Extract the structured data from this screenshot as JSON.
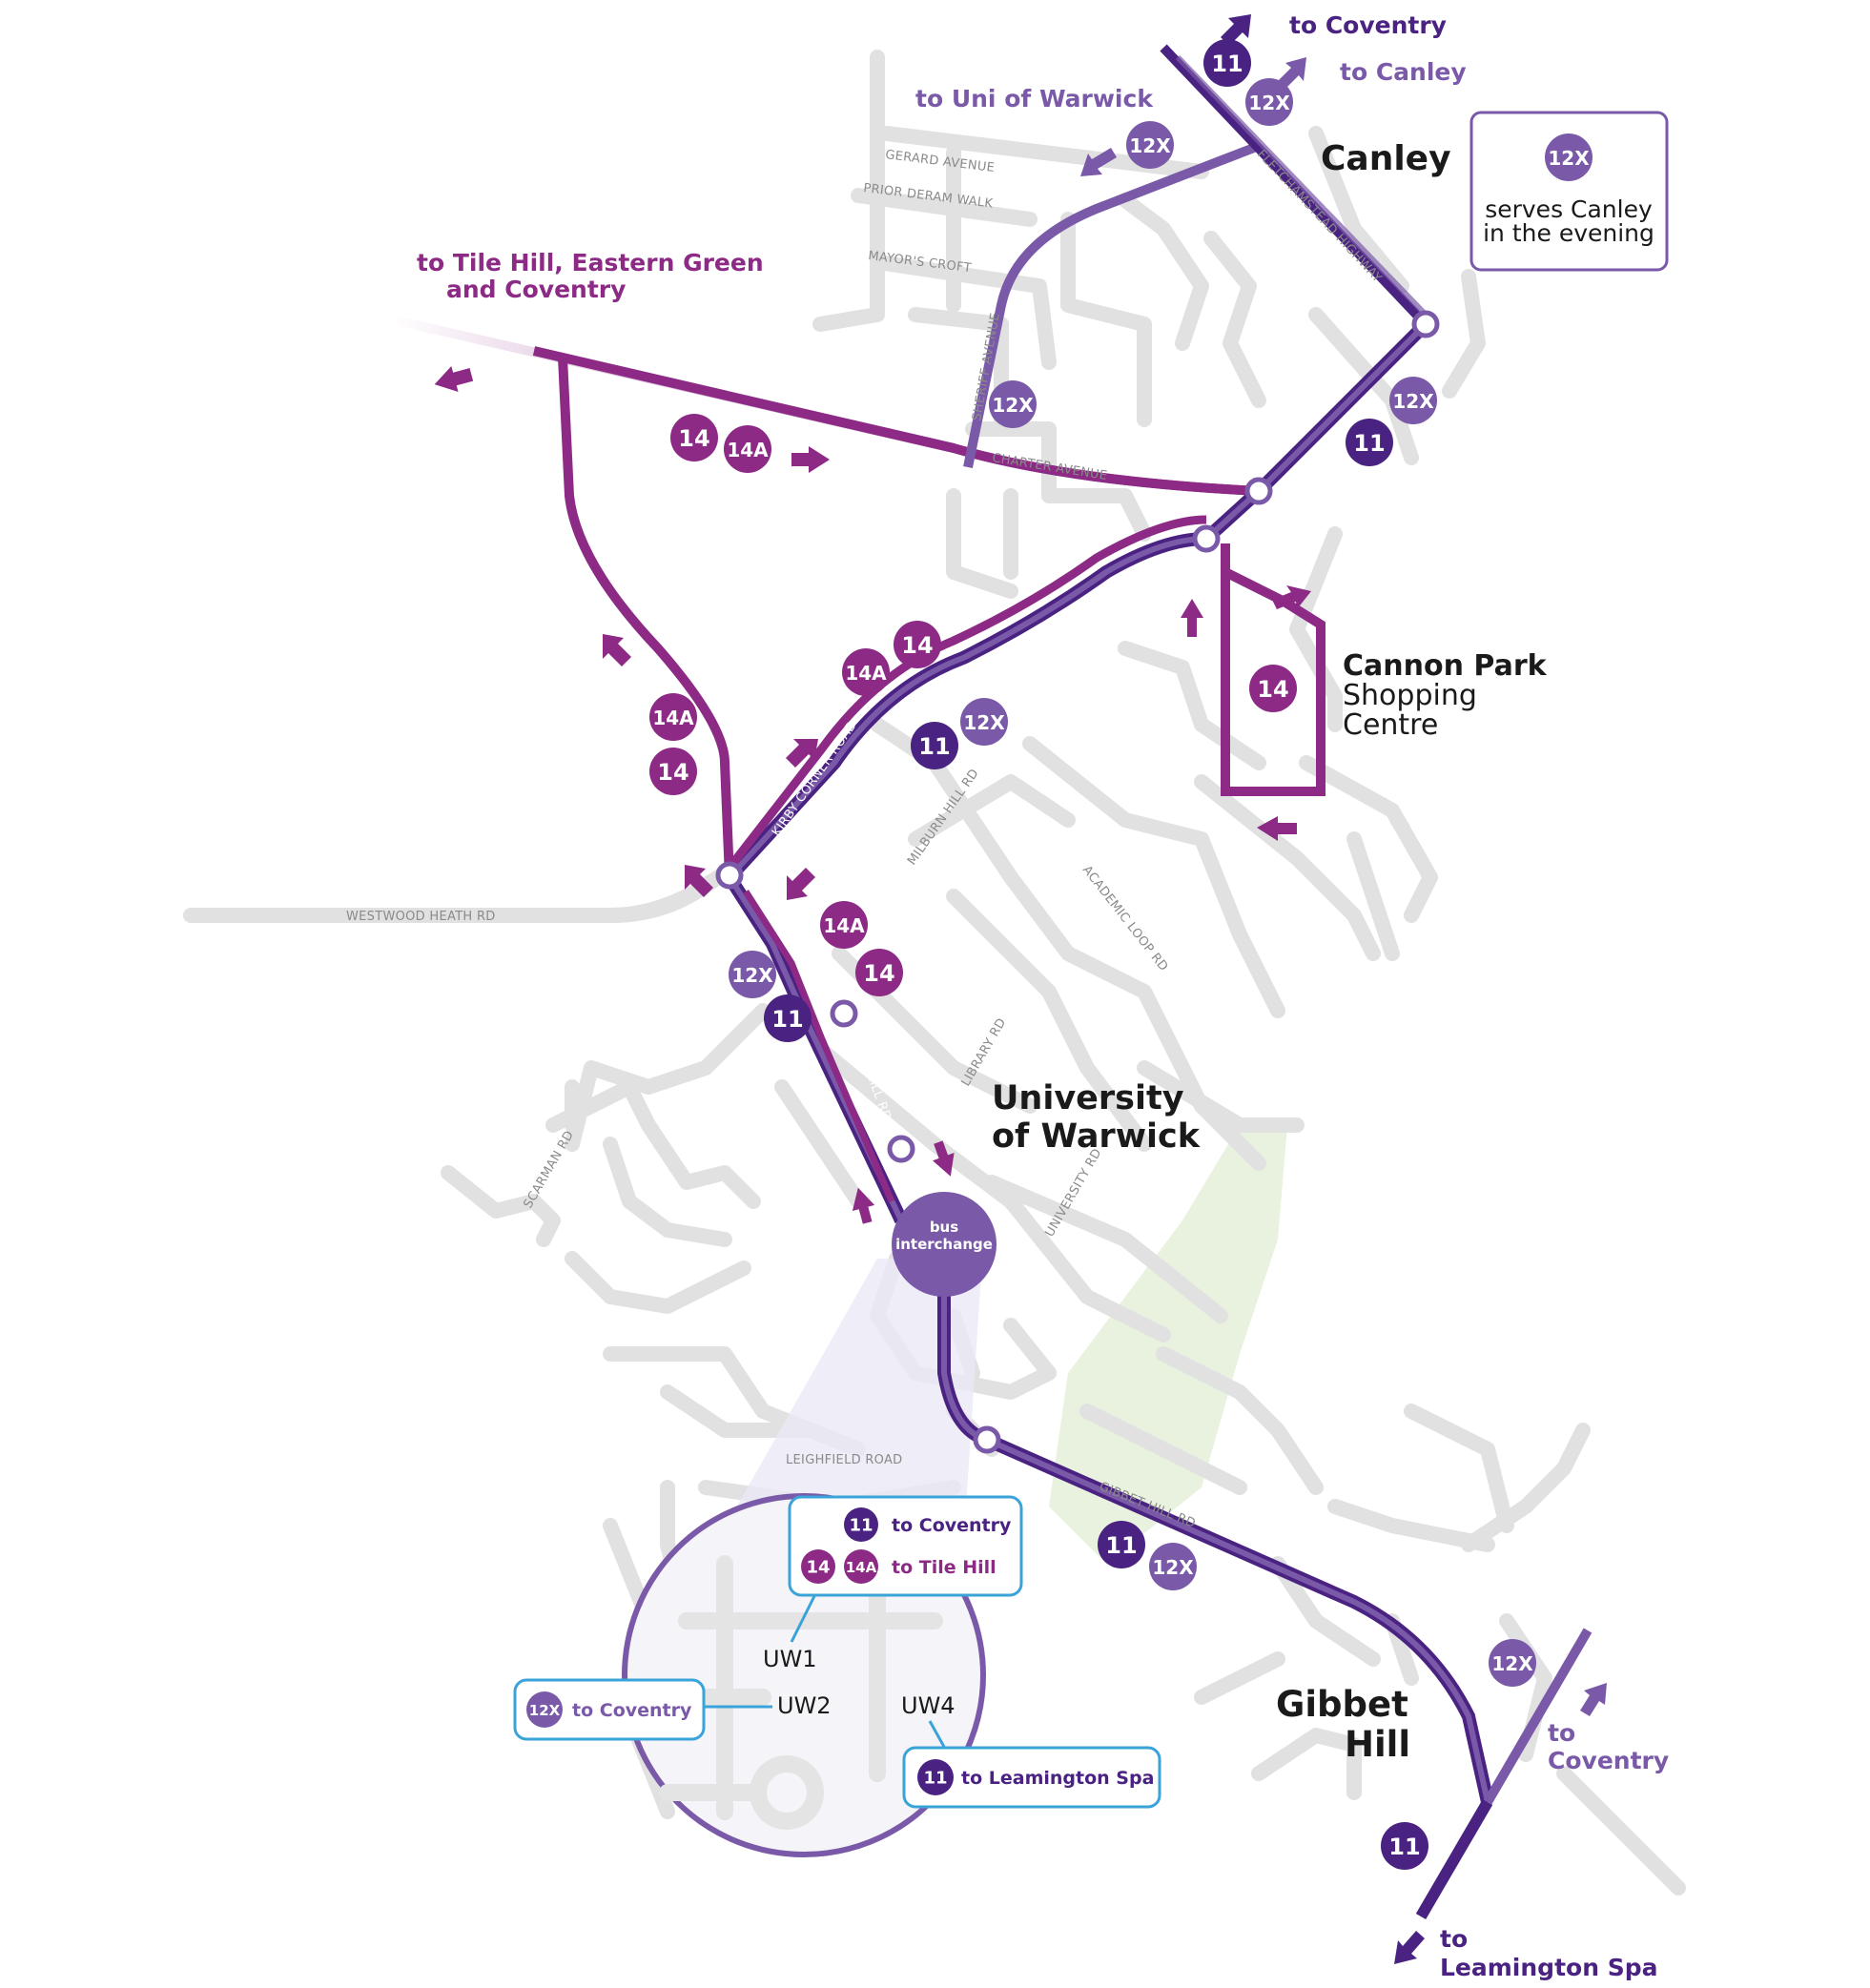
{
  "colors": {
    "route_11": "#4a2282",
    "route_12x": "#7a5aa8",
    "route_14": "#8c2a86",
    "road": "#e1e1e1",
    "green": "#e8f2df",
    "callout_border": "#3aa3d9",
    "inset": "#f3f2f7"
  },
  "routes": {
    "r11": "11",
    "r12x": "12X",
    "r14": "14",
    "r14a": "14A"
  },
  "places": {
    "canley": "Canley",
    "cannon_park_1": "Cannon Park",
    "cannon_park_2": "Shopping",
    "cannon_park_3": "Centre",
    "uni_1": "University",
    "uni_2": "of Warwick",
    "gibbet_1": "Gibbet",
    "gibbet_2": "Hill",
    "interchange_1": "bus",
    "interchange_2": "interchange"
  },
  "destinations": {
    "coventry_top": "to Coventry",
    "canley_top": "to Canley",
    "uni_warwick": "to Uni of Warwick",
    "tile_hill_1": "to Tile Hill, Eastern Green",
    "tile_hill_2": "and Coventry",
    "coventry_right_1": "to",
    "coventry_right_2": "Coventry",
    "leamington_1": "to",
    "leamington_2": "Leamington Spa"
  },
  "info_box": {
    "line1": "serves Canley",
    "line2": "in the evening"
  },
  "roads": {
    "gerard": "GERARD AVENUE",
    "prior": "PRIOR DERAM WALK",
    "mayors": "MAYOR'S CROFT",
    "sheriff": "SHERIFF AVENUE",
    "fletchamstead": "FLETCHAMSTEAD HIGHWAY",
    "charter": "CHARTER AVENUE",
    "kirby": "KIRBY CORNER ROAD",
    "milburn": "MILBURN HILL RD",
    "academic": "ACADEMIC LOOP RD",
    "westwood": "WESTWOOD HEATH RD",
    "gibbet_n": "GIBBET HILL RD",
    "library": "LIBRARY RD",
    "scarman": "SCARMAN RD",
    "university": "UNIVERSITY RD",
    "leighfield": "LEIGHFIELD ROAD",
    "gibbet_s": "GIBBET HILL RD"
  },
  "stops": {
    "uw1": "UW1",
    "uw2": "UW2",
    "uw4": "UW4",
    "callout_coventry": "to Coventry",
    "callout_tile_hill": "to Tile Hill",
    "callout_12x_coventry": "to Coventry",
    "callout_leamington": "to Leamington Spa"
  }
}
